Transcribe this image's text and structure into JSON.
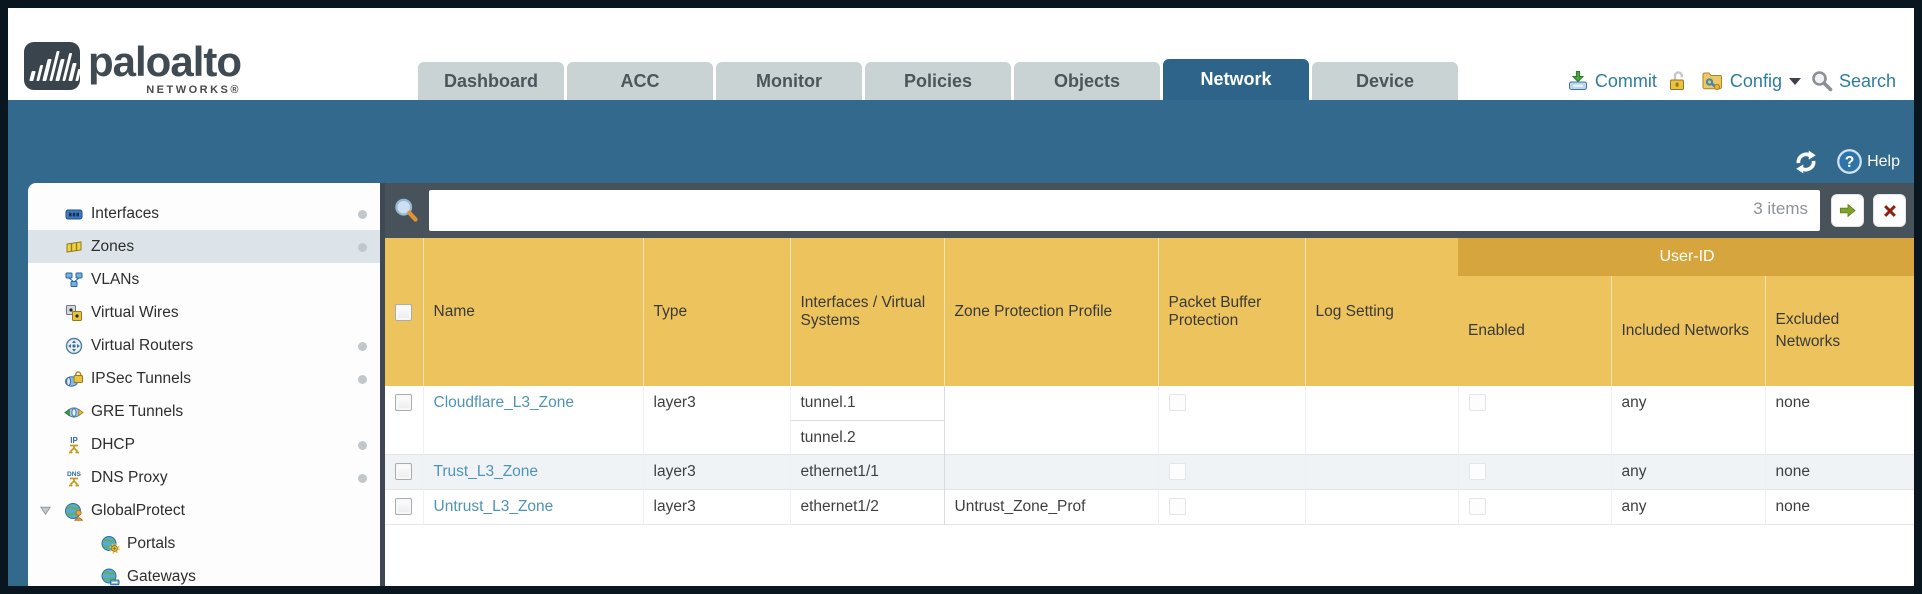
{
  "brand": {
    "wordmark": "paloalto",
    "sub": "NETWORKS®"
  },
  "tabs": [
    {
      "label": "Dashboard"
    },
    {
      "label": "ACC"
    },
    {
      "label": "Monitor"
    },
    {
      "label": "Policies"
    },
    {
      "label": "Objects"
    },
    {
      "label": "Network",
      "active": true
    },
    {
      "label": "Device"
    }
  ],
  "utilities": {
    "commit": "Commit",
    "config": "Config",
    "search": "Search"
  },
  "band": {
    "help": "Help"
  },
  "sidebar": {
    "items": [
      {
        "label": "Interfaces",
        "icon": "interfaces",
        "dot": true
      },
      {
        "label": "Zones",
        "icon": "zones",
        "dot": true,
        "selected": true
      },
      {
        "label": "VLANs",
        "icon": "vlans"
      },
      {
        "label": "Virtual Wires",
        "icon": "virtual-wires"
      },
      {
        "label": "Virtual Routers",
        "icon": "virtual-routers",
        "dot": true
      },
      {
        "label": "IPSec Tunnels",
        "icon": "ipsec-tunnels",
        "dot": true
      },
      {
        "label": "GRE Tunnels",
        "icon": "gre-tunnels"
      },
      {
        "label": "DHCP",
        "icon": "dhcp",
        "dot": true
      },
      {
        "label": "DNS Proxy",
        "icon": "dns-proxy",
        "dot": true
      },
      {
        "label": "GlobalProtect",
        "icon": "globalprotect",
        "expanded": true,
        "children": [
          {
            "label": "Portals",
            "icon": "portals"
          },
          {
            "label": "Gateways",
            "icon": "gateways"
          }
        ]
      }
    ]
  },
  "filter": {
    "value": "",
    "items_count": "3 items"
  },
  "table": {
    "columns": [
      "Name",
      "Type",
      "Interfaces / Virtual Systems",
      "Zone Protection Profile",
      "Packet Buffer Protection",
      "Log Setting"
    ],
    "group": {
      "label": "User-ID",
      "columns": [
        "Enabled",
        "Included Networks",
        "Excluded Networks"
      ]
    },
    "rows": [
      {
        "name": "Cloudflare_L3_Zone",
        "type": "layer3",
        "interfaces": [
          "tunnel.1",
          "tunnel.2"
        ],
        "zone_protection_profile": "",
        "packet_buffer_protection": false,
        "log_setting": "",
        "user_id_enabled": false,
        "included_networks": "any",
        "excluded_networks": "none"
      },
      {
        "name": "Trust_L3_Zone",
        "type": "layer3",
        "interfaces": [
          "ethernet1/1"
        ],
        "zone_protection_profile": "",
        "packet_buffer_protection": false,
        "log_setting": "",
        "user_id_enabled": false,
        "included_networks": "any",
        "excluded_networks": "none"
      },
      {
        "name": "Untrust_L3_Zone",
        "type": "layer3",
        "interfaces": [
          "ethernet1/2"
        ],
        "zone_protection_profile": "Untrust_Zone_Prof",
        "packet_buffer_protection": false,
        "log_setting": "",
        "user_id_enabled": false,
        "included_networks": "any",
        "excluded_networks": "none"
      }
    ]
  },
  "colors": {
    "band_blue": "#33698c",
    "active_tab": "#2e648a",
    "header_orange": "#ecc35c",
    "group_band": "#d6a53e",
    "link_blue": "#4e94b6",
    "filter_bar": "#47525a",
    "selected_item": "#dce4e9",
    "alt_row": "#eff3f6"
  }
}
